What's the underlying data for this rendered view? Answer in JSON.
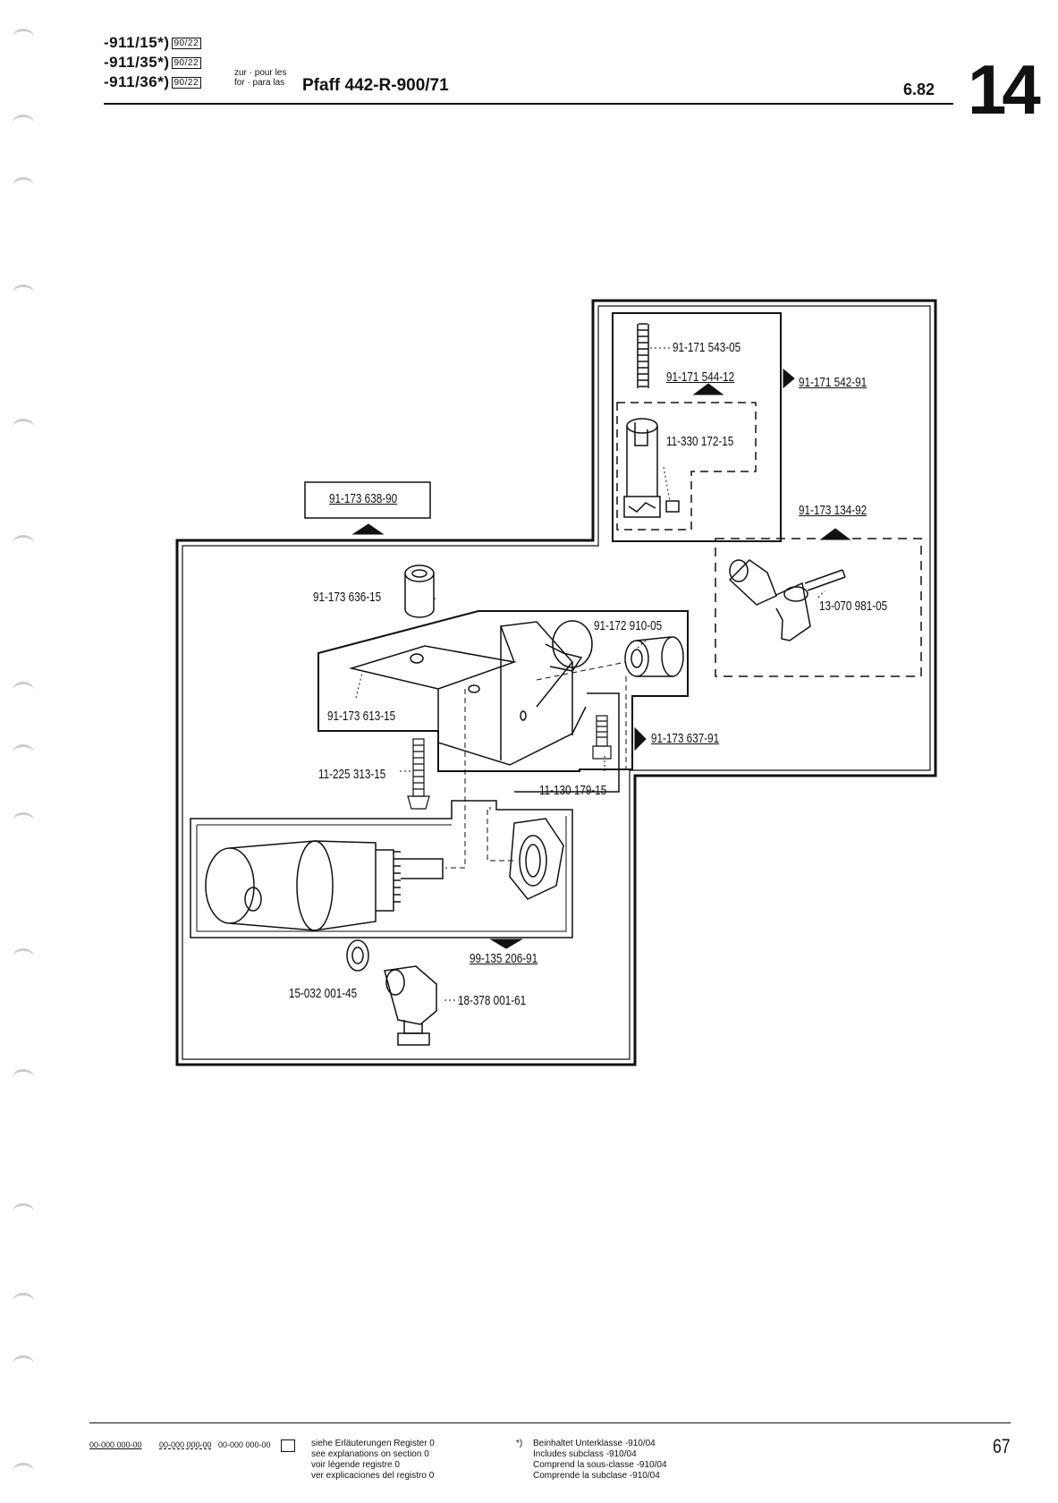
{
  "header": {
    "lines": [
      {
        "code": "-911/15*)",
        "box": "90/22"
      },
      {
        "code": "-911/35*)",
        "box": "90/22"
      },
      {
        "code": "-911/36*)",
        "box": "90/22"
      }
    ],
    "zur_line1": "zur · pour les",
    "zur_line2": "for · para las",
    "model": "Pfaff 442-R-900/71",
    "date": "6.82",
    "chapter": "14"
  },
  "diagram": {
    "labels": {
      "p_91_171_543_05": "91-171 543-05",
      "p_91_171_544_12": "91-171 544-12",
      "p_91_171_542_91": "91-171 542-91",
      "p_11_330_172_15": "11-330 172-15",
      "p_91_173_638_90": "91-173 638-90",
      "p_91_173_134_92": "91-173 134-92",
      "p_91_173_636_15": "91-173 636-15",
      "p_13_070_981_05": "13-070 981-05",
      "p_91_172_910_05": "91-172 910-05",
      "p_91_173_613_15": "91-173 613-15",
      "p_91_173_637_91": "91-173 637-91",
      "p_11_225_313_15": "11-225 313-15",
      "p_11_130_179_15": "11-130 179-15",
      "p_99_135_206_91": "99-135 206-91",
      "p_15_032_001_45": "15-032 001-45",
      "p_18_378_001_61": "18-378 001-61"
    }
  },
  "footer": {
    "codes": [
      "00-000 000-00",
      "00-000 000-00",
      "00-000 000-00"
    ],
    "note_lines": [
      "siehe Erläuterungen Register 0",
      "see explanations on section 0",
      "voir légende registre 0",
      "ver explicaciones del registro 0"
    ],
    "star": "*)",
    "sub_lines": [
      "Beinhaltet Unterklasse -910/04",
      "Includes subclass -910/04",
      "Comprend la sous-classe -910/04",
      "Comprende la subclase -910/04"
    ],
    "page_number": "67"
  }
}
